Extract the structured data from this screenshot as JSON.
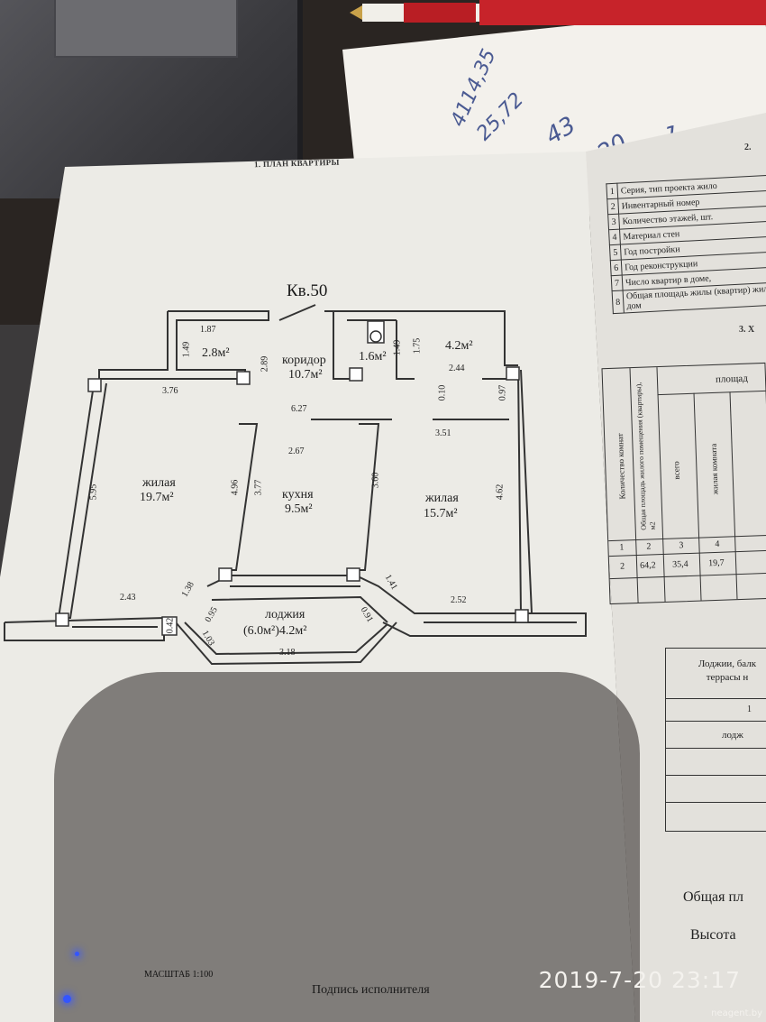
{
  "photo": {
    "timestamp": "2019-7-20 23:17",
    "watermark": "neagent.by"
  },
  "note": {
    "lines": [
      "4114,35",
      "25,72",
      "43",
      "20",
      "1"
    ]
  },
  "plan_sheet": {
    "section_title": "1. ПЛАН КВАРТИРЫ",
    "apartment": "Кв.50",
    "rooms": {
      "storage_area": "2.8м²",
      "corridor_name": "коридор",
      "corridor_area": "10.7м²",
      "wc_area": "1.6м²",
      "bath_area": "4.2м²",
      "living1_name": "жилая",
      "living1_area": "19.7м²",
      "kitchen_name": "кухня",
      "kitchen_area": "9.5м²",
      "living2_name": "жилая",
      "living2_area": "15.7м²",
      "loggia_name": "лоджия",
      "loggia_area": "(6.0м²)4.2м²"
    },
    "dimensions": {
      "d187": "1.87",
      "d149a": "1.49",
      "d289": "2.89",
      "d149b": "1.49",
      "d175": "1.75",
      "d376": "3.76",
      "d244": "2.44",
      "d010": "0.10",
      "d097": "0.97",
      "d627": "6.27",
      "d351": "3.51",
      "d267": "2.67",
      "d595": "5.95",
      "d496": "4.96",
      "d377": "3.77",
      "d360": "3.60",
      "d462": "4.62",
      "d243": "2.43",
      "d138": "1.38",
      "d141": "1.41",
      "d252": "2.52",
      "d042": "0.42",
      "d095": "0.95",
      "d091": "0.91",
      "d103": "1.03",
      "d318": "3.18"
    },
    "scale": "МАСШТАБ 1:100",
    "signature_label": "Подпись исполнителя"
  },
  "info_sheet": {
    "section2_title": "2.",
    "rows": [
      {
        "n": "1",
        "label": "Серия, тип проекта жило"
      },
      {
        "n": "2",
        "label": "Инвентарный номер"
      },
      {
        "n": "3",
        "label": "Количество этажей, шт."
      },
      {
        "n": "4",
        "label": "Материал стен"
      },
      {
        "n": "5",
        "label": "Год постройки"
      },
      {
        "n": "6",
        "label": "Год реконструкции"
      },
      {
        "n": "7",
        "label": "Число квартир в доме,"
      },
      {
        "n": "8",
        "label": "Общая площадь жилы (квартир) жилого дом"
      }
    ],
    "section3_title": "3. Х",
    "table3": {
      "col_headers": [
        "Количество комнат",
        "Общая площадь жилого помещения (квартиры), м2",
        "всего",
        "жилая комната"
      ],
      "top_header": "площад",
      "index_row": [
        "1",
        "2",
        "3",
        "4"
      ],
      "data_row": [
        "2",
        "64,2",
        "35,4",
        "19,7"
      ]
    },
    "table4": {
      "header": "Лоджии, балк террасы н",
      "index": "1",
      "row1": "лодж"
    },
    "footer1": "Общая пл",
    "footer2": "Высота"
  }
}
